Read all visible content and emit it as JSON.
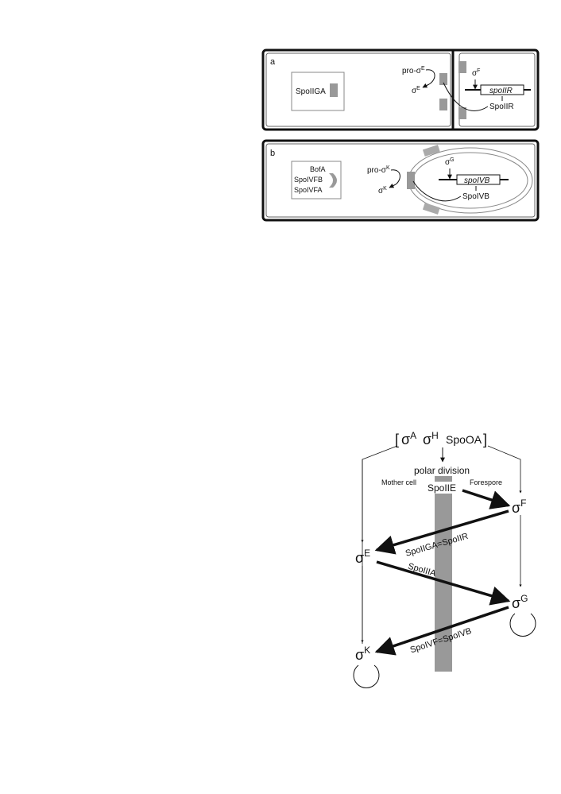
{
  "panel_a": {
    "letter": "a",
    "spoiiga": "SpoIIGA",
    "pro_sigma_prefix": "pro-",
    "sigma": "σ",
    "E": "E",
    "F": "F",
    "gene": "spoIIR",
    "protein": "SpoIIR"
  },
  "panel_b": {
    "letter": "b",
    "bofa": "BofA",
    "spoivfb": "SpoIVFB",
    "spoivfa": "SpoIVFA",
    "pro_sigma_prefix": "pro-",
    "sigma": "σ",
    "K": "K",
    "G": "G",
    "gene": "spoIVB",
    "protein": "SpoIVB"
  },
  "cascade": {
    "bracket_open": "[",
    "bracket_close": "]",
    "sigma": "σ",
    "A": "A",
    "H": "H",
    "spo0a": "SpoOA",
    "polar_division": "polar division",
    "mother_cell": "Mother cell",
    "forespore": "Forespore",
    "spoiie": "SpoIIE",
    "F": "F",
    "E": "E",
    "G": "G",
    "K": "K",
    "link_e": "SpoIIGA=SpoIIR",
    "link_g": "SpoIIIA",
    "link_k": "SpoIVF=SpoIVB"
  }
}
